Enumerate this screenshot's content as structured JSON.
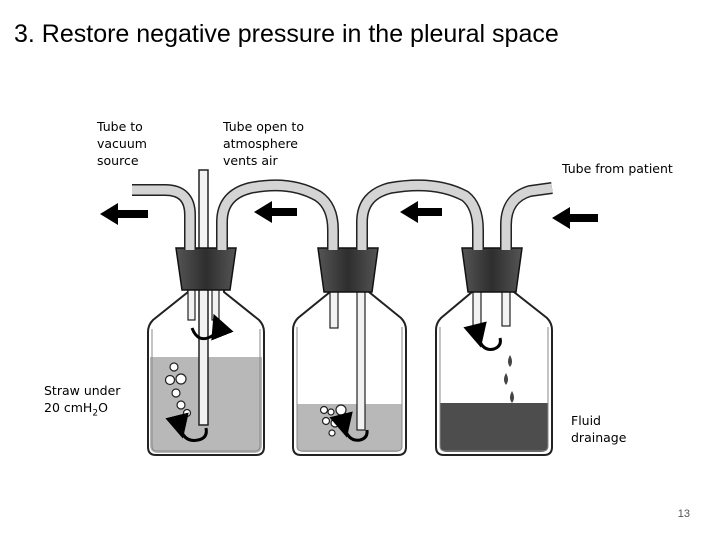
{
  "slide": {
    "title": "3. Restore negative pressure in the pleural space",
    "page_number": "13"
  },
  "labels": {
    "tube_vacuum": [
      "Tube to",
      "vacuum",
      "source"
    ],
    "tube_open": [
      "Tube open to",
      "atmosphere",
      "vents air"
    ],
    "tube_patient": "Tube from patient",
    "straw_prefix": "Straw under",
    "straw_value": "20 cmH",
    "straw_sub": "2",
    "straw_suffix": "O",
    "fluid": [
      "Fluid",
      "drainage"
    ]
  },
  "colors": {
    "bottle_outline": "#222222",
    "water": "#b8b8b8",
    "drainage_fluid": "#4d4d4d",
    "stopper": "#3a3a3a",
    "tube": "#cfcfcf"
  }
}
